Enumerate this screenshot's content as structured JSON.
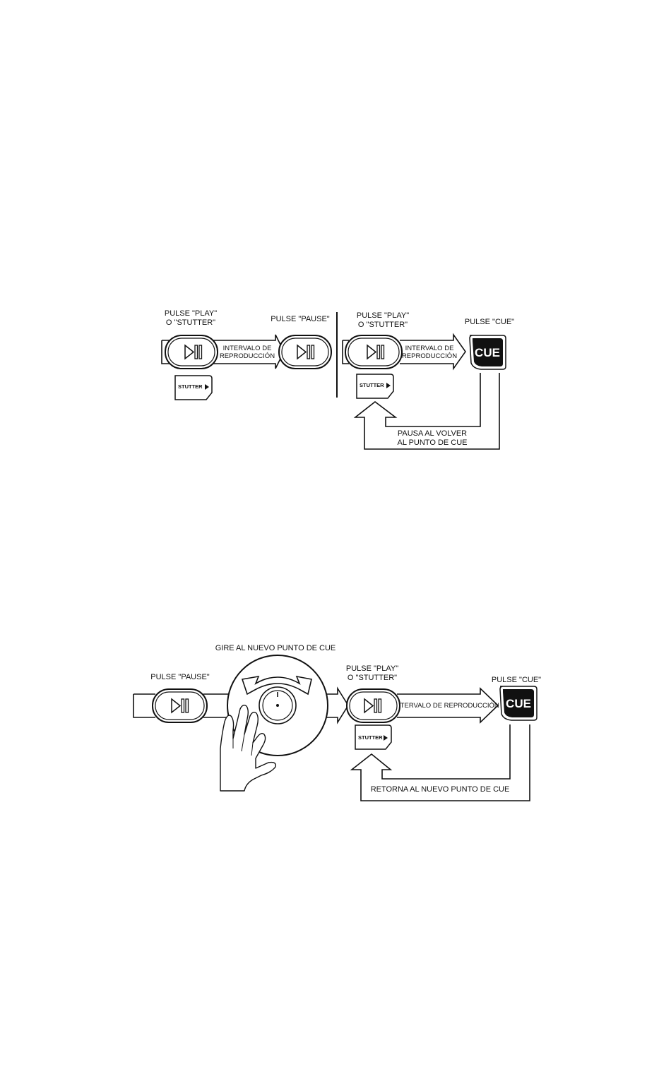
{
  "diagram1": {
    "left": {
      "label_play_line1": "PULSE \"PLAY\"",
      "label_play_line2": "O \"STUTTER\"",
      "label_pause": "PULSE \"PAUSE\"",
      "interval_line1": "INTERVALO DE",
      "interval_line2": "REPRODUCCIÓN",
      "stutter": "STUTTER"
    },
    "right": {
      "label_play_line1": "PULSE \"PLAY\"",
      "label_play_line2": "O \"STUTTER\"",
      "label_cue": "PULSE \"CUE\"",
      "interval_line1": "INTERVALO DE",
      "interval_line2": "REPRODUCCIÓN",
      "cue_button": "CUE",
      "stutter": "STUTTER",
      "return_line1": "PAUSA AL VOLVER",
      "return_line2": "AL PUNTO DE CUE"
    }
  },
  "diagram2": {
    "label_pause": "PULSE \"PAUSE\"",
    "label_rotate": "GIRE AL NUEVO PUNTO DE CUE",
    "label_play_line1": "PULSE \"PLAY\"",
    "label_play_line2": "O \"STUTTER\"",
    "label_cue": "PULSE \"CUE\"",
    "interval": "INTERVALO DE REPRODUCCIÓN",
    "cue_button": "CUE",
    "stutter": "STUTTER",
    "return_text": "RETORNA AL NUEVO PUNTO DE CUE"
  }
}
